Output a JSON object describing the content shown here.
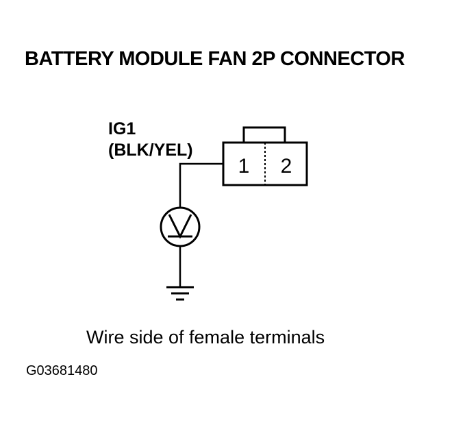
{
  "title": "BATTERY MODULE FAN 2P CONNECTOR",
  "pin_label": {
    "line1": "IG1",
    "line2": "(BLK/YEL)"
  },
  "connector": {
    "terminals": [
      "1",
      "2"
    ]
  },
  "meter_icon": "voltmeter-icon",
  "ground_icon": "ground-icon",
  "caption": "Wire side of female terminals",
  "figure_id": "G03681480"
}
